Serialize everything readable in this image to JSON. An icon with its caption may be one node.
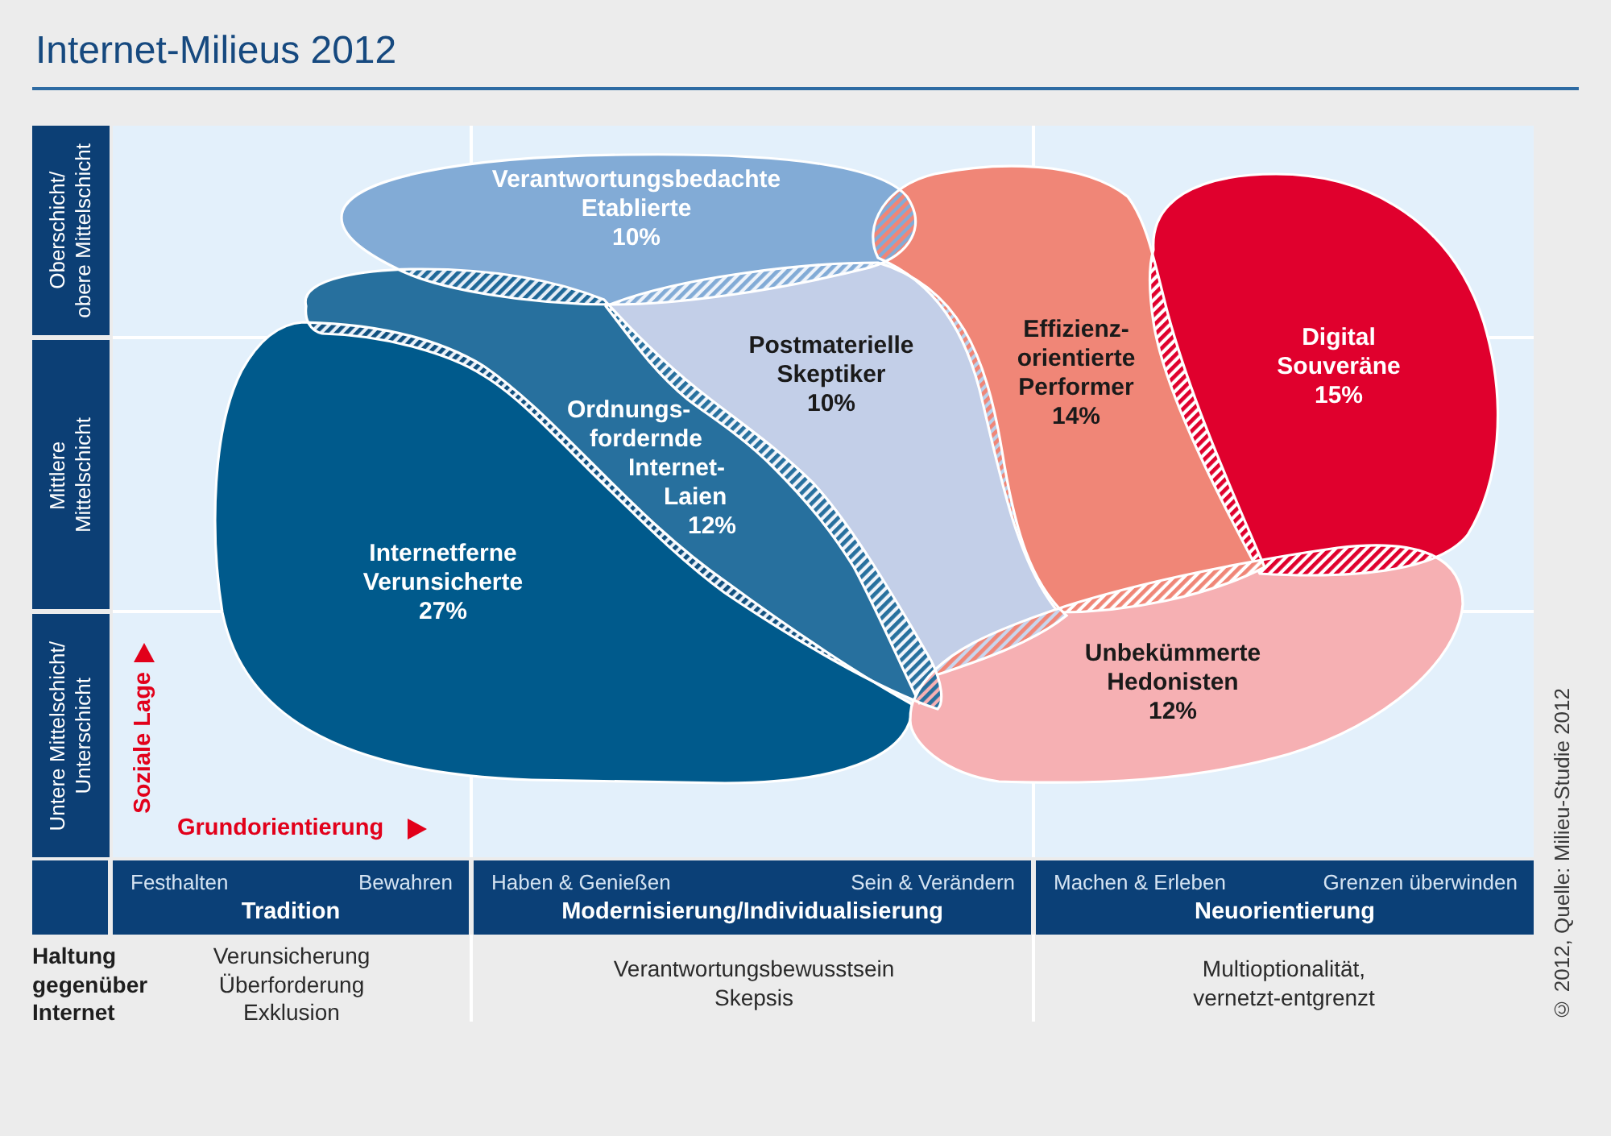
{
  "diagram": {
    "title": "Internet-Milieus 2012",
    "nodes": [
      {
        "text": [
          "Oberschicht/ obere Mittelschicht"
        ]
      },
      {
        "text": [
          "Mittlere Mittelschicht"
        ]
      },
      {
        "text": [
          "Untere Mittelschicht/ Unterschicht"
        ]
      },
      {
        "text": [
          "Verantwortungsbedachte Etablierte",
          "10%"
        ]
      },
      {
        "text": [
          "Postmaterielle Skeptiker",
          "10%"
        ]
      },
      {
        "text": [
          "Effizienz- orientierte Performer",
          "14%"
        ]
      },
      {
        "text": [
          "Digital Souveräne",
          "15%"
        ]
      },
      {
        "text": [
          "Ordnungs- fordernde Internet- Laien",
          "12%"
        ]
      },
      {
        "text": [
          "Internetferne Verunsicherte",
          "27%"
        ]
      },
      {
        "text": [
          "Unbekümmerte Hedonisten",
          "12%"
        ]
      },
      {
        "text": [],
        "shape": "box"
      },
      {
        "text": [
          "Festhalten",
          "Bewahren",
          "Tradition"
        ]
      },
      {
        "text": [
          "Haben & Genießen",
          "Sein & Verändern",
          "Modernisierung/Individualisierung"
        ]
      },
      {
        "text": [
          "Machen & Erleben",
          "Grenzen überwinden",
          "Neuorientierung"
        ]
      }
    ],
    "labels": [
      "Soziale Lage",
      "Grundorientierung",
      "Haltung gegenüber Internet",
      "Verunsicherung Überforderung Exklusion",
      "Verantwortungsbewusstsein Skepsis",
      "Multioptionalität, vernetzt-entgrenzt",
      "© 2012, Quelle: Milieu-Studie 2012"
    ]
  }
}
